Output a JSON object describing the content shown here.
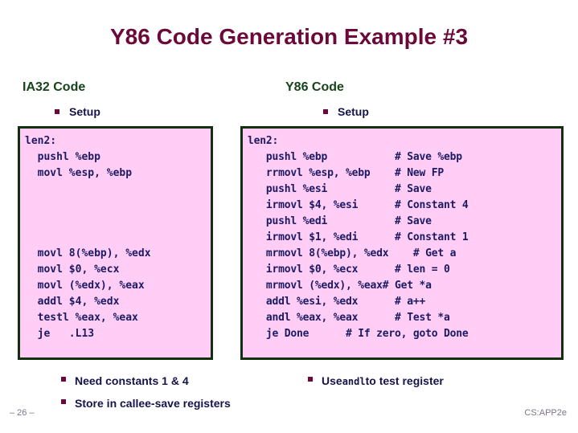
{
  "slide": {
    "title": "Y86 Code Generation Example #3",
    "page_number": "– 26 –",
    "brand": "CS:APP2e",
    "title_color": "#6b0a3a",
    "heading_color": "#17441a",
    "bullet_color": "#6b0a3a",
    "text_color": "#14134a",
    "code_bg": "#ffcdf5",
    "code_border": "#12300f",
    "code_text": "#1b1b63",
    "footer_color": "#7d7387"
  },
  "left_column": {
    "heading": "IA32 Code",
    "setup_label": "Setup",
    "code": [
      "len2:",
      "  pushl %ebp",
      "  movl %esp, %ebp",
      "",
      "",
      "",
      "",
      "  movl 8(%ebp), %edx",
      "  movl $0, %ecx",
      "  movl (%edx), %eax",
      "  addl $4, %edx",
      "  testl %eax, %eax",
      "  je   .L13"
    ],
    "notes": [
      "Need constants 1 & 4",
      "Store in callee-save registers"
    ]
  },
  "right_column": {
    "heading": "Y86 Code",
    "setup_label": "Setup",
    "code": [
      "len2:",
      "   pushl %ebp           # Save %ebp",
      "   rrmovl %esp, %ebp    # New FP",
      "   pushl %esi           # Save",
      "   irmovl $4, %esi      # Constant 4",
      "   pushl %edi           # Save",
      "   irmovl $1, %edi      # Constant 1",
      "   mrmovl 8(%ebp), %edx    # Get a",
      "   irmovl $0, %ecx      # len = 0",
      "   mrmovl (%edx), %eax# Get *a",
      "   addl %esi, %edx      # a++",
      "   andl %eax, %eax      # Test *a",
      "   je Done      # If zero, goto Done"
    ],
    "note_prefix": "Use ",
    "note_mono": "andl",
    "note_suffix": " to test register"
  }
}
